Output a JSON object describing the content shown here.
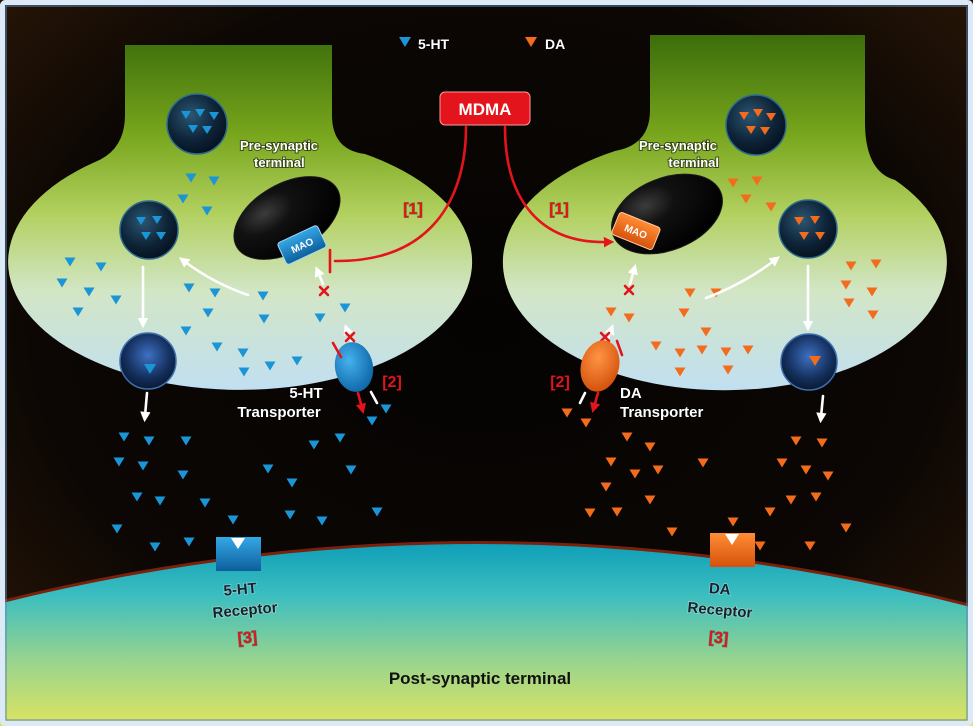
{
  "legend": {
    "serotonin_label": "5-HT",
    "dopamine_label": "DA",
    "serotonin_color": "#1a95d6",
    "dopamine_color": "#f36b1c"
  },
  "drug": {
    "label": "MDMA",
    "color": "#e3141b"
  },
  "serotonin_side": {
    "presynaptic_label": [
      "Pre-synaptic",
      "terminal"
    ],
    "enzyme_label": "MAO",
    "enzyme_marker": "[1]",
    "transporter_label": [
      "5-HT",
      "Transporter"
    ],
    "transporter_marker": "[2]",
    "receptor_label": [
      "5-HT",
      "Receptor"
    ],
    "receptor_marker": "[3]"
  },
  "dopamine_side": {
    "presynaptic_label": [
      "Pre-synaptic",
      "terminal"
    ],
    "enzyme_label": "MAO",
    "enzyme_marker": "[1]",
    "transporter_label": [
      "DA",
      "Transporter"
    ],
    "transporter_marker": "[2]",
    "receptor_label": [
      "DA",
      "Receptor"
    ],
    "receptor_marker": "[3]"
  },
  "postsynaptic_label": "Post-synaptic terminal"
}
